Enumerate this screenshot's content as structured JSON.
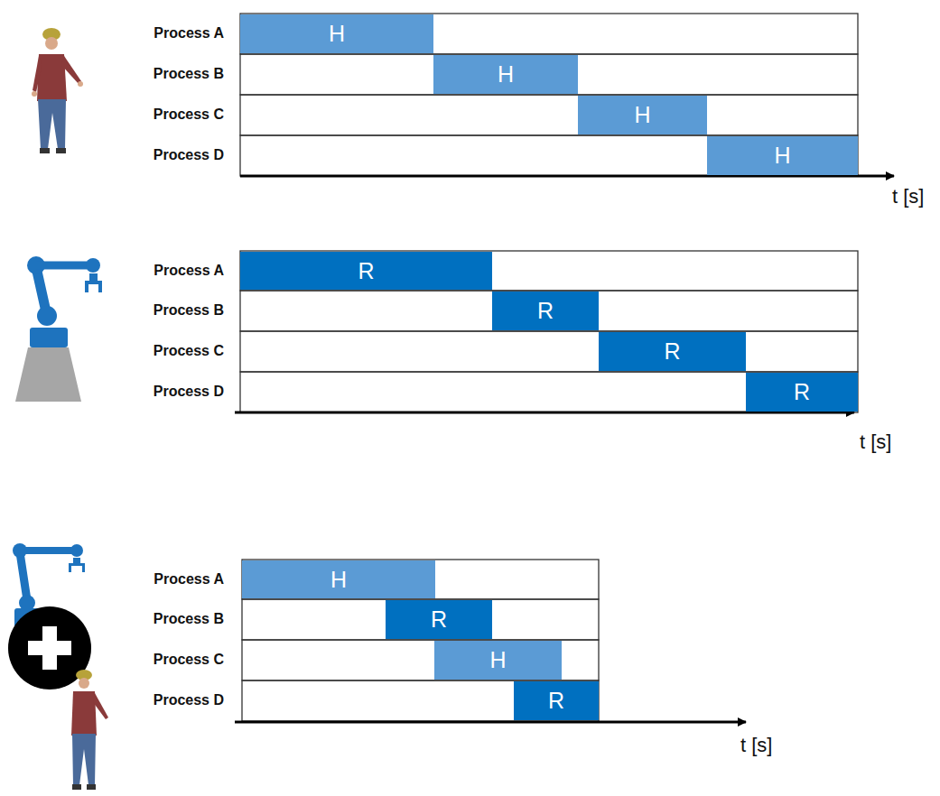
{
  "diagram": {
    "nodes": [
      {
        "text": [
          "H"
        ]
      },
      {
        "text": [
          "H"
        ]
      },
      {
        "text": [
          "H"
        ]
      },
      {
        "text": [
          "H"
        ]
      },
      {
        "text": [
          "R"
        ]
      },
      {
        "text": [
          "R"
        ]
      },
      {
        "text": [
          "R"
        ]
      },
      {
        "text": [
          "R"
        ]
      },
      {
        "text": [
          "H"
        ]
      },
      {
        "text": [
          "R"
        ]
      },
      {
        "text": [
          "H"
        ]
      },
      {
        "text": [
          "R"
        ]
      }
    ],
    "labels": [
      "Process A",
      "Process B",
      "Process C",
      "Process D",
      "t [s]",
      "Process A",
      "Process B",
      "Process C",
      "Process D",
      "t [s]",
      "Process A",
      "Process B",
      "Process C",
      "Process D",
      "t [s]"
    ]
  }
}
